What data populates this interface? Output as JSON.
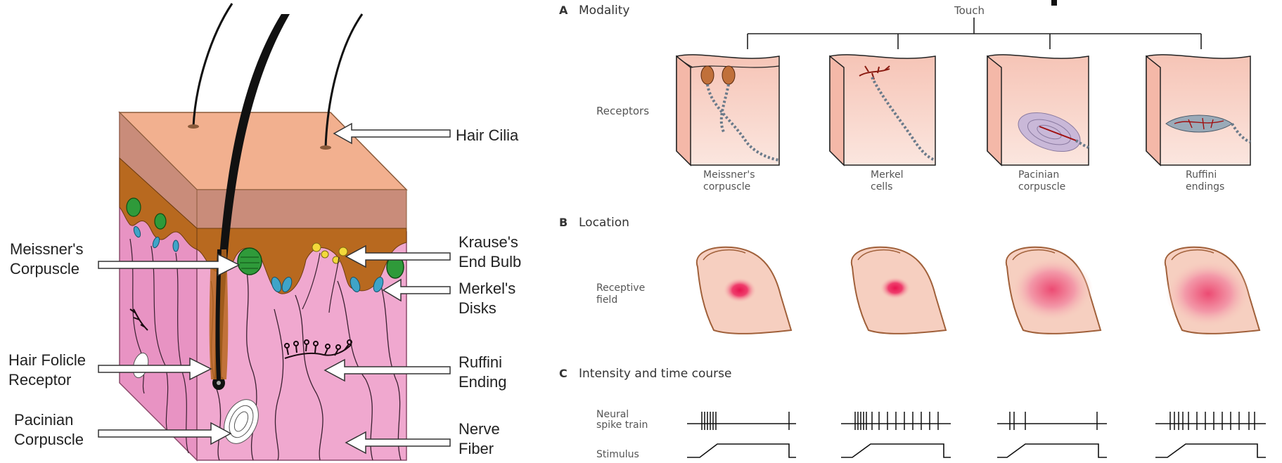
{
  "left_diagram": {
    "labels": {
      "hair_cilia": "Hair Cilia",
      "meissner_1": "Meissner's",
      "meissner_2": "Corpuscle",
      "krause_1": "Krause's",
      "krause_2": "End Bulb",
      "merkel_1": "Merkel's",
      "merkel_2": "Disks",
      "hair_follicle_1": "Hair Folicle",
      "hair_follicle_2": "Receptor",
      "ruffini_1": "Ruffini",
      "ruffini_2": "Ending",
      "pacinian_1": "Pacinian",
      "pacinian_2": "Corpuscle",
      "nerve_1": "Nerve",
      "nerve_2": "Fiber"
    }
  },
  "right_figure": {
    "section_a": {
      "letter": "A",
      "title": "Modality",
      "root": "Touch",
      "row_label": "Receptors"
    },
    "section_b": {
      "letter": "B",
      "title": "Location",
      "row_label_1": "Receptive",
      "row_label_2": "field"
    },
    "section_c": {
      "letter": "C",
      "title": "Intensity and time course",
      "spike_label_1": "Neural",
      "spike_label_2": "spike train",
      "stimulus_label": "Stimulus"
    },
    "receptors": [
      {
        "line1": "Meissner's",
        "line2": "corpuscle"
      },
      {
        "line1": "Merkel",
        "line2": "cells"
      },
      {
        "line1": "Pacinian",
        "line2": "corpuscle"
      },
      {
        "line1": "Ruffini",
        "line2": "endings"
      }
    ]
  },
  "colors": {
    "epidermis": "#f2b08f",
    "dermis_pink": "#f0a8cf",
    "brown_layer": "#b8691f",
    "receptive_spot": "#e8144f",
    "skin_tile": "#f6cfc0"
  }
}
